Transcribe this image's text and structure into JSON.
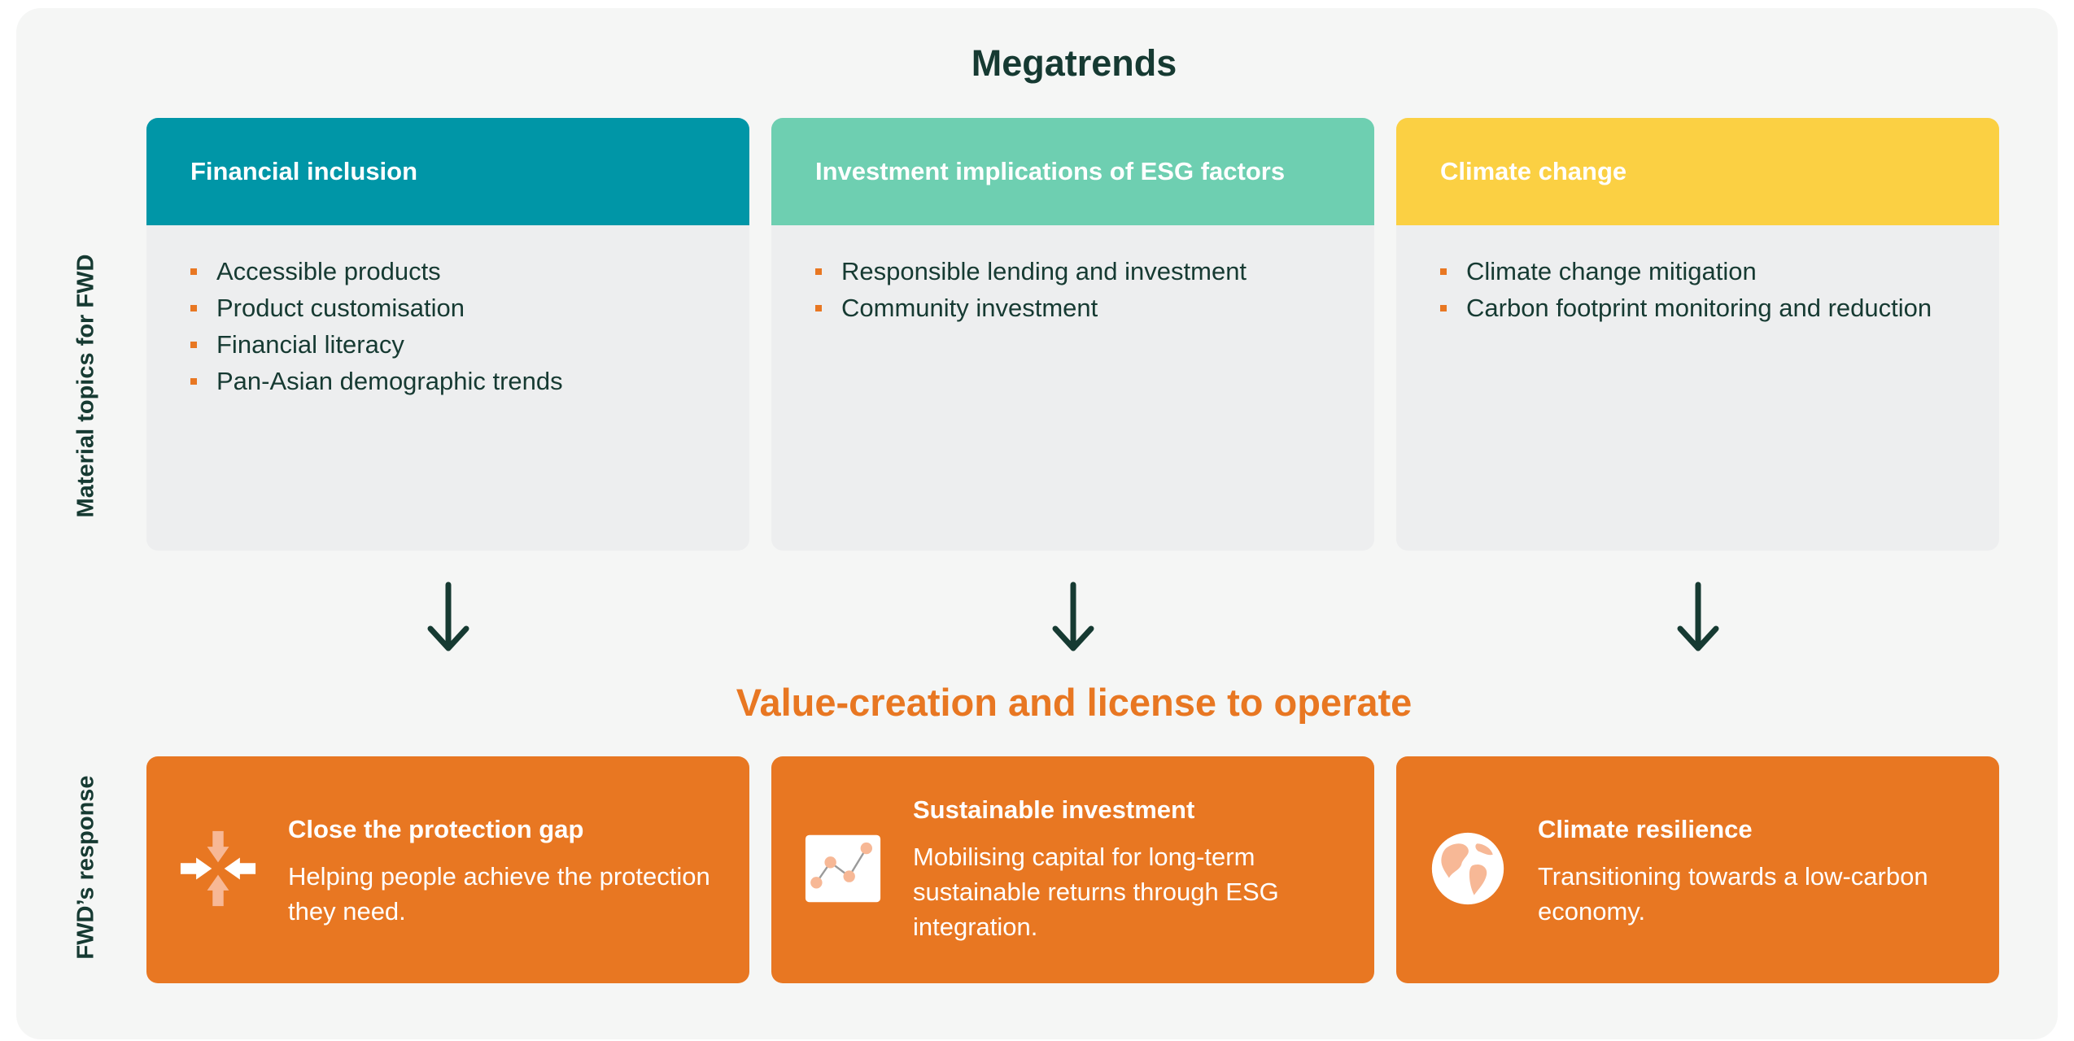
{
  "header": {
    "title": "Megatrends"
  },
  "side_labels": {
    "top": "Material topics for FWD",
    "bottom": "FWD’s response"
  },
  "megatrends": [
    {
      "heading": "Financial inclusion",
      "topics": [
        "Accessible products",
        "Product customisation",
        "Financial literacy",
        "Pan-Asian demographic trends"
      ]
    },
    {
      "heading": "Investment implications of ESG factors",
      "topics": [
        "Responsible lending and investment",
        "Community investment"
      ]
    },
    {
      "heading": "Climate change",
      "topics": [
        "Climate change mitigation",
        "Carbon footprint monitoring and reduction"
      ]
    }
  ],
  "value_section": {
    "title": "Value-creation and license to operate"
  },
  "responses": [
    {
      "title": "Close the protection gap",
      "body": "Helping people achieve the protection they need.",
      "icon": "converging-arrows-icon"
    },
    {
      "title": "Sustainable investment",
      "body": "Mobilising capital for long-term sustainable returns through ESG integration.",
      "icon": "line-chart-icon"
    },
    {
      "title": "Climate resilience",
      "body": "Transitioning towards a low-carbon economy.",
      "icon": "globe-icon"
    }
  ],
  "colors": {
    "dark_green": "#163a32",
    "orange": "#e87722",
    "teal": "#0096a7",
    "mint": "#6ecfb1",
    "yellow": "#fbd043",
    "card_grey": "#edeeef",
    "panel": "#f5f6f5"
  }
}
